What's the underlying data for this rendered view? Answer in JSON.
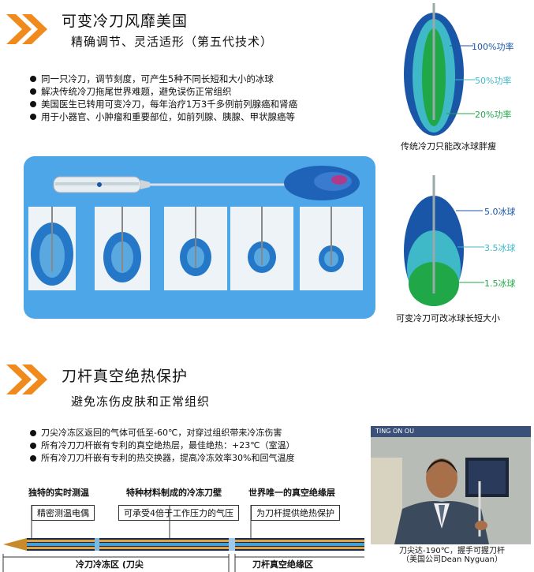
{
  "section1": {
    "title": "可变冷刀风靡美国",
    "subtitle": "精确调节、灵活适形（第五代技术）",
    "bullets": [
      "同一只冷刀，调节刻度，可产生5种不同长短和大小的冰球",
      "解决传统冷刀拖尾世界难题，避免误伤正常组织",
      "美国医生已转用可变冷刀，每年治疗1万3千多例前列腺癌和肾癌",
      "用于小器官、小肿瘤和重要部位，如前列腺、胰腺、甲状腺癌等"
    ],
    "traditional": {
      "labels": [
        "100%功率",
        "50%功率",
        "20%功率"
      ],
      "caption": "传统冷刀只能改冰球胖瘦"
    },
    "variable": {
      "labels": [
        "5.0冰球",
        "3.5冰球",
        "1.5冰球"
      ],
      "caption": "可变冷刀可改冰球长短大小"
    }
  },
  "section2": {
    "title": "刀杆真空绝热保护",
    "subtitle": "避免冻伤皮肤和正常组织",
    "bullets": [
      "刀尖冷冻区返回的气体可低至-60℃，对穿过组织带来冷冻伤害",
      "所有冷刀刀杆嵌有专利的真空绝热层，最佳绝热：+23℃（室温）",
      "所有冷刀刀杆嵌有专利的热交换器，提高冷冻效率30%和回气温度"
    ],
    "diagram": {
      "top_labels": [
        "独特的实时测温",
        "特种材料制成的冷冻刀壁",
        "世界唯一的真空绝缘层"
      ],
      "box_labels": [
        "精密测温电偶",
        "可承受4倍于工作压力的气压",
        "为刀杆提供绝热保护"
      ],
      "bottom_labels": [
        "冷刀冷冻区 (刀尖",
        "刀杆真空绝缘区"
      ]
    },
    "photo": {
      "banner_text": "TING ON OU",
      "caption_line1": "刀尖达-190℃，握手可握刀杆",
      "caption_line2": "（美国公司Dean Nyguan）"
    }
  },
  "colors": {
    "chevron": "#f08a1c",
    "panel": "#4da6e8",
    "ice_dark": "#1a56a8",
    "ice_mid": "#3fb8c8",
    "ice_light": "#20a848"
  }
}
